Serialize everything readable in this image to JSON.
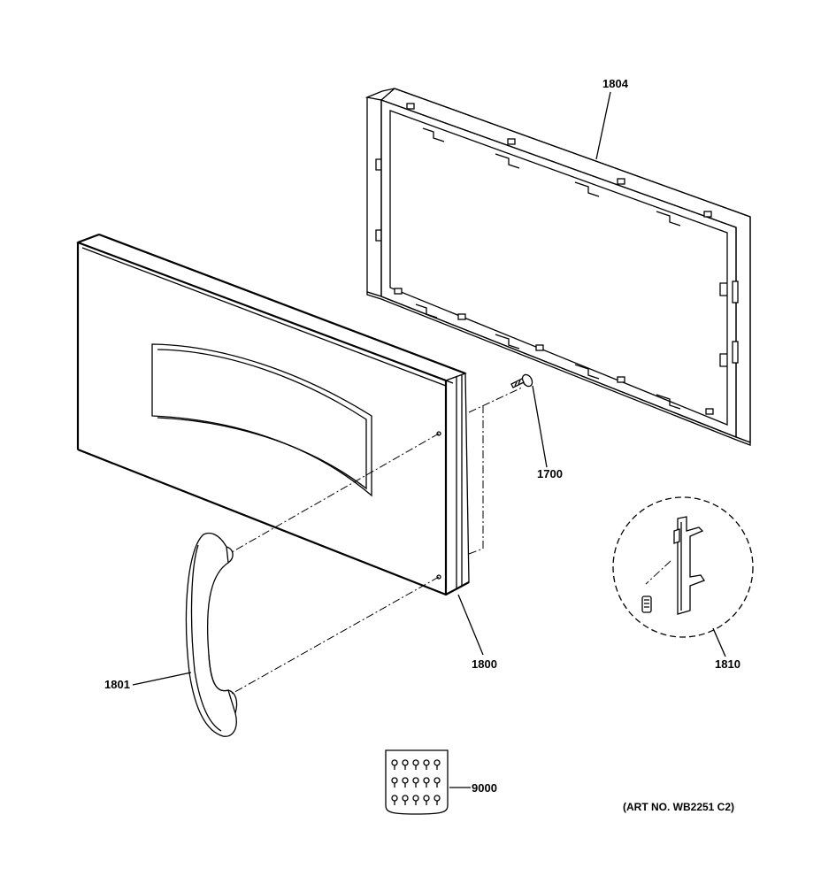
{
  "parts": [
    {
      "id": "1804",
      "label": "1804",
      "name": "door frame"
    },
    {
      "id": "1700",
      "label": "1700",
      "name": "screw"
    },
    {
      "id": "1800",
      "label": "1800",
      "name": "door assembly"
    },
    {
      "id": "1801",
      "label": "1801",
      "name": "handle"
    },
    {
      "id": "1810",
      "label": "1810",
      "name": "latch"
    },
    {
      "id": "9000",
      "label": "9000",
      "name": "screw kit"
    }
  ],
  "art_number": "(ART NO. WB2251 C2)"
}
